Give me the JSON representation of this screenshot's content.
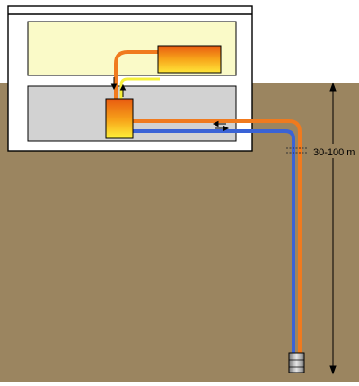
{
  "diagram": {
    "depth_label": "30-100 m",
    "colors": {
      "sky": "#ffffff",
      "ground": "#9b8560",
      "building_wall": "#ffffff",
      "building_outline": "#000000",
      "upper_room": "#fafac8",
      "lower_room": "#d2d2d2",
      "hot_pipe": "#f07a1e",
      "cold_pipe": "#3a63d6",
      "warm_pipe": "#f5ef3a",
      "pump_body": "#a8a8a8"
    },
    "icons": [
      "heat-pump-unit",
      "storage-tank",
      "borehole-pump",
      "flow-arrow",
      "depth-arrow"
    ]
  }
}
